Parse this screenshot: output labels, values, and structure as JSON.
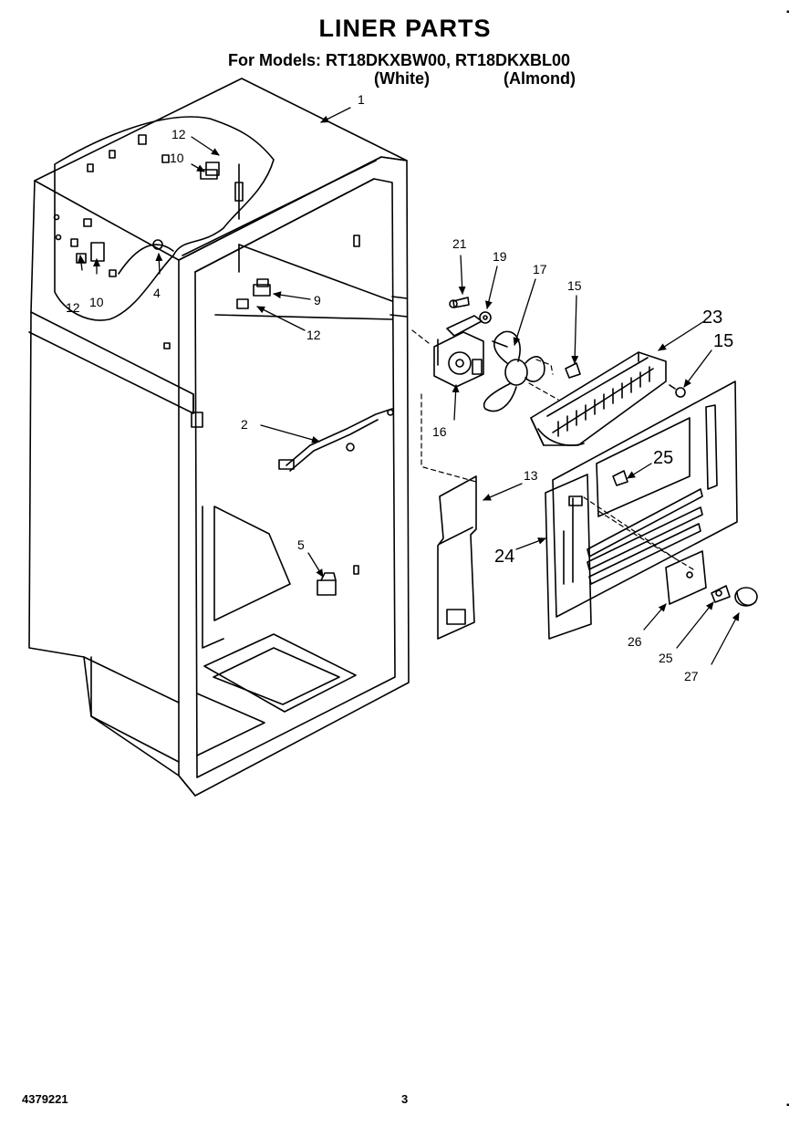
{
  "title": "LINER PARTS",
  "models_line": "For Models: RT18DKXBW00, RT18DKXBL00",
  "variants": [
    "(White)",
    "(Almond)"
  ],
  "callouts": {
    "c1": "1",
    "c2": "2",
    "c4": "4",
    "c5": "5",
    "c9": "9",
    "c10a": "10",
    "c10b": "10",
    "c12a": "12",
    "c12b": "12",
    "c12c": "12",
    "c13": "13",
    "c15a": "15",
    "c15b": "15",
    "c16": "16",
    "c17": "17",
    "c19": "19",
    "c21": "21",
    "c23": "23",
    "c24": "24",
    "c25a": "25",
    "c25b": "25",
    "c26": "26",
    "c27": "27"
  },
  "footer": {
    "doc_number": "4379221",
    "page_number": "3"
  }
}
